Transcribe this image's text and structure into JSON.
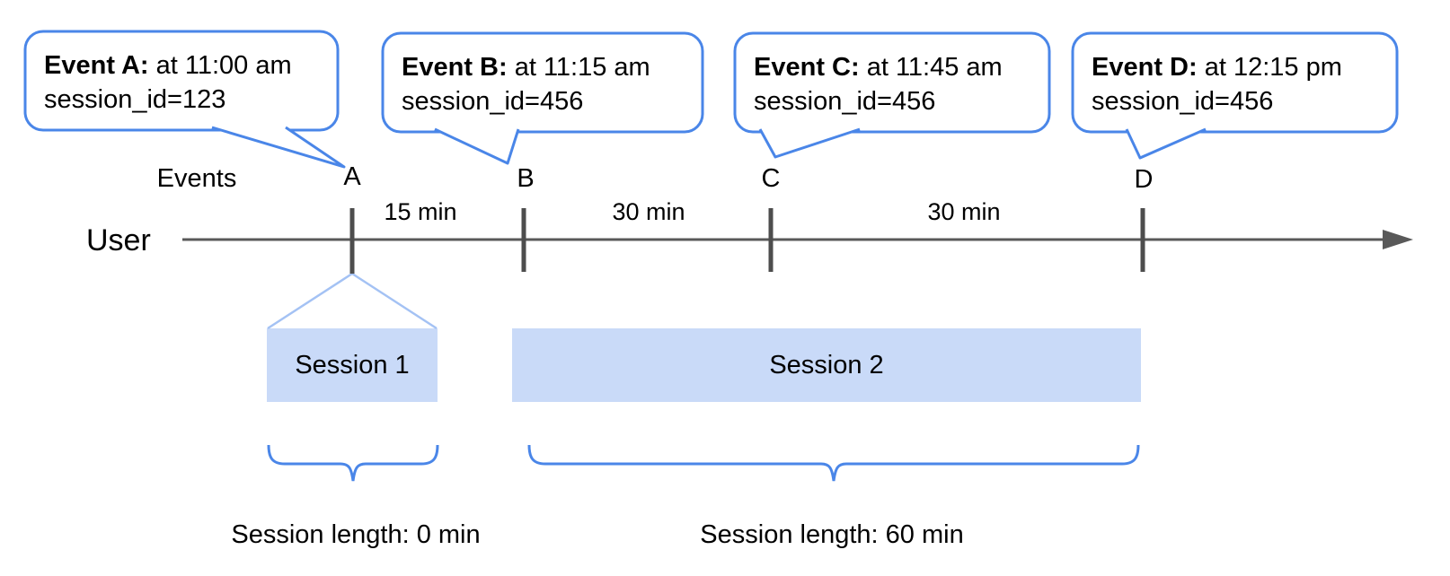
{
  "diagram": {
    "axis": {
      "events_label": "Events",
      "user_label": "User"
    },
    "events": [
      {
        "id": "A",
        "tick_label": "A",
        "callout": {
          "bold": "Event A:",
          "rest": " at 11:00 am",
          "line2": "session_id=123"
        }
      },
      {
        "id": "B",
        "tick_label": "B",
        "callout": {
          "bold": "Event B:",
          "rest": " at 11:15 am",
          "line2": "session_id=456"
        }
      },
      {
        "id": "C",
        "tick_label": "C",
        "callout": {
          "bold": "Event C:",
          "rest": " at 11:45 am",
          "line2": "session_id=456"
        }
      },
      {
        "id": "D",
        "tick_label": "D",
        "callout": {
          "bold": "Event D:",
          "rest": " at 12:15 pm",
          "line2": "session_id=456"
        }
      }
    ],
    "gaps": [
      {
        "label": "15 min"
      },
      {
        "label": "30 min"
      },
      {
        "label": "30 min"
      }
    ],
    "sessions": [
      {
        "label": "Session 1",
        "length_label": "Session length: 0 min"
      },
      {
        "label": "Session 2",
        "length_label": "Session length: 60 min"
      }
    ],
    "colors": {
      "bubble_border": "#4a86e8",
      "session_fill": "#c9daf8",
      "fan_line": "#a4c2f4",
      "timeline_gray": "#595959"
    }
  }
}
